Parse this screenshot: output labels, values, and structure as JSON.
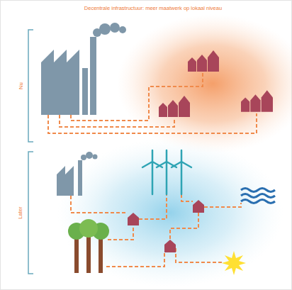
{
  "diagram": {
    "title": "Decentrale infrastructuur: meer maatwerk op lokaal niveau",
    "labels": [
      "Nu",
      "Later"
    ]
  }
}
